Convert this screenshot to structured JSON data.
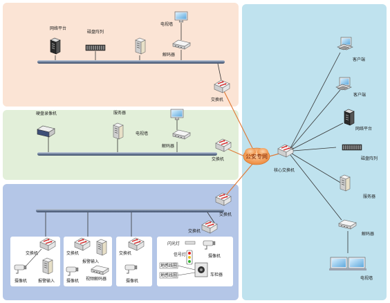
{
  "diagram": {
    "colors": {
      "top_panel": "#fbe4d5",
      "mid_panel": "#e2efd9",
      "bottom_panel": "#b4c6e7",
      "right_panel": "#bfe2ee",
      "link_line": "#e07b39",
      "cloud_fill": "#f4a86a",
      "bus_fill": "#7f8fa8"
    },
    "top_section": {
      "network_platform": "网络平台",
      "disk_array": "磁盘阵列",
      "tv_wall": "电视墙",
      "decoder": "解码器",
      "switch": "交换机"
    },
    "middle_section": {
      "disk_recorder": "硬盘录像机",
      "server": "服务器",
      "tv_wall": "电视墙",
      "decoder": "解码器",
      "switch": "交换机"
    },
    "bottom_section": {
      "main_switch": "交换机",
      "unit1": {
        "switch": "交换机",
        "camera": "摄像机",
        "alarm_input": "报警输入"
      },
      "unit2": {
        "switch": "交换机",
        "alarm_input": "报警输入",
        "camera": "摄像机",
        "video_decoder": "视频解码器"
      },
      "unit3": {
        "switch": "交换机",
        "camera": "摄像机"
      },
      "unit4": {
        "switch": "交换机",
        "flash_lamp": "闪光灯",
        "signal_light": "信号灯",
        "camera": "摄像机",
        "coil1": "地感线圈",
        "coil2": "地感线圈",
        "vehicle_detector": "车检器"
      }
    },
    "cloud": {
      "label": "公安专网"
    },
    "core": {
      "core_switch": "核心交换机"
    },
    "right_section": {
      "client1": "客户端",
      "client2": "客户端",
      "network_platform": "网络平台",
      "disk_array": "磁盘阵列",
      "server": "服务器",
      "decoder": "解码器",
      "tv_wall": "电视墙"
    }
  }
}
